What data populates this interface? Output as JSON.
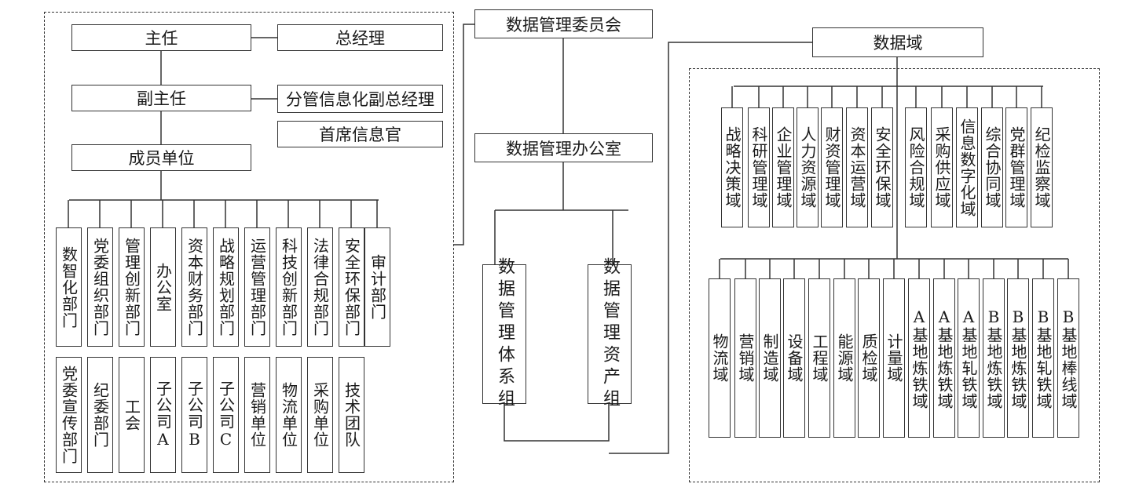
{
  "committee": {
    "director": "主任",
    "general_manager": "总经理",
    "deputy_director": "副主任",
    "vp_it": "分管信息化副总经理",
    "cio": "首席信息官",
    "members": "成员单位",
    "member_row1": [
      "数智化部门",
      "党委组织部门",
      "管理创新部门",
      "办公室",
      "资本财务部门",
      "战略规划部门",
      "运营管理部门",
      "科技创新部门",
      "法律合规部门",
      "安全环保部门",
      "审计部门"
    ],
    "member_row2": [
      "党委宣传部门",
      "纪委部门",
      "工会",
      "子公司A",
      "子公司B",
      "子公司C",
      "营销单位",
      "物流单位",
      "采购单位",
      "技术团队"
    ]
  },
  "center": {
    "committee_title": "数据管理委员会",
    "office": "数据管理办公室",
    "system_group": "数据管理体系组",
    "asset_group": "数据管理资产组"
  },
  "domains": {
    "title": "数据域",
    "row1": [
      "战略决策域",
      "科研管理域",
      "企业管理域",
      "人力资源域",
      "财资管理域",
      "资本运营域",
      "安全环保域",
      "风险合规域",
      "采购供应域",
      "信息数字化域",
      "综合协同域",
      "党群管理域",
      "纪检监察域"
    ],
    "row2": [
      "物流域",
      "营销域",
      "制造域",
      "设备域",
      "工程域",
      "能源域",
      "质检域",
      "计量域",
      "A基地炼铁域",
      "A基地炼铁域",
      "A基地轧铁域",
      "B基地炼铁域",
      "B基地炼铁域",
      "B基地轧铁域",
      "B基地棒线域"
    ]
  }
}
